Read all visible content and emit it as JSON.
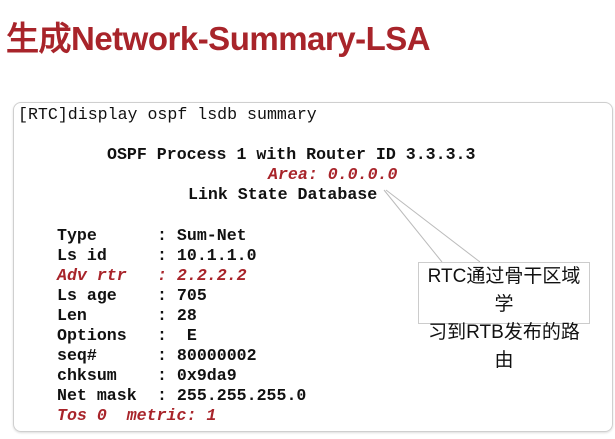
{
  "title": "生成Network-Summary-LSA",
  "command": "[RTC]display ospf lsdb summary",
  "process_line": "OSPF Process 1 with Router ID 3.3.3.3",
  "area_line": "Area: 0.0.0.0",
  "db_line": "Link State Database",
  "fields": [
    {
      "label": "Type",
      "value": "Sum-Net"
    },
    {
      "label": "Ls id",
      "value": "10.1.1.0"
    },
    {
      "label": "Adv rtr",
      "value": "2.2.2.2"
    },
    {
      "label": "Ls age",
      "value": "705"
    },
    {
      "label": "Len",
      "value": "28"
    },
    {
      "label": "Options",
      "value": " E"
    },
    {
      "label": "seq#",
      "value": "80000002"
    },
    {
      "label": "chksum",
      "value": "0x9da9"
    },
    {
      "label": "Net mask",
      "value": "255.255.255.0"
    }
  ],
  "tos_line": "Tos 0  metric: 1",
  "callout": {
    "line1": "RTC通过骨干区域学",
    "line2": "习到RTB发布的路由"
  }
}
